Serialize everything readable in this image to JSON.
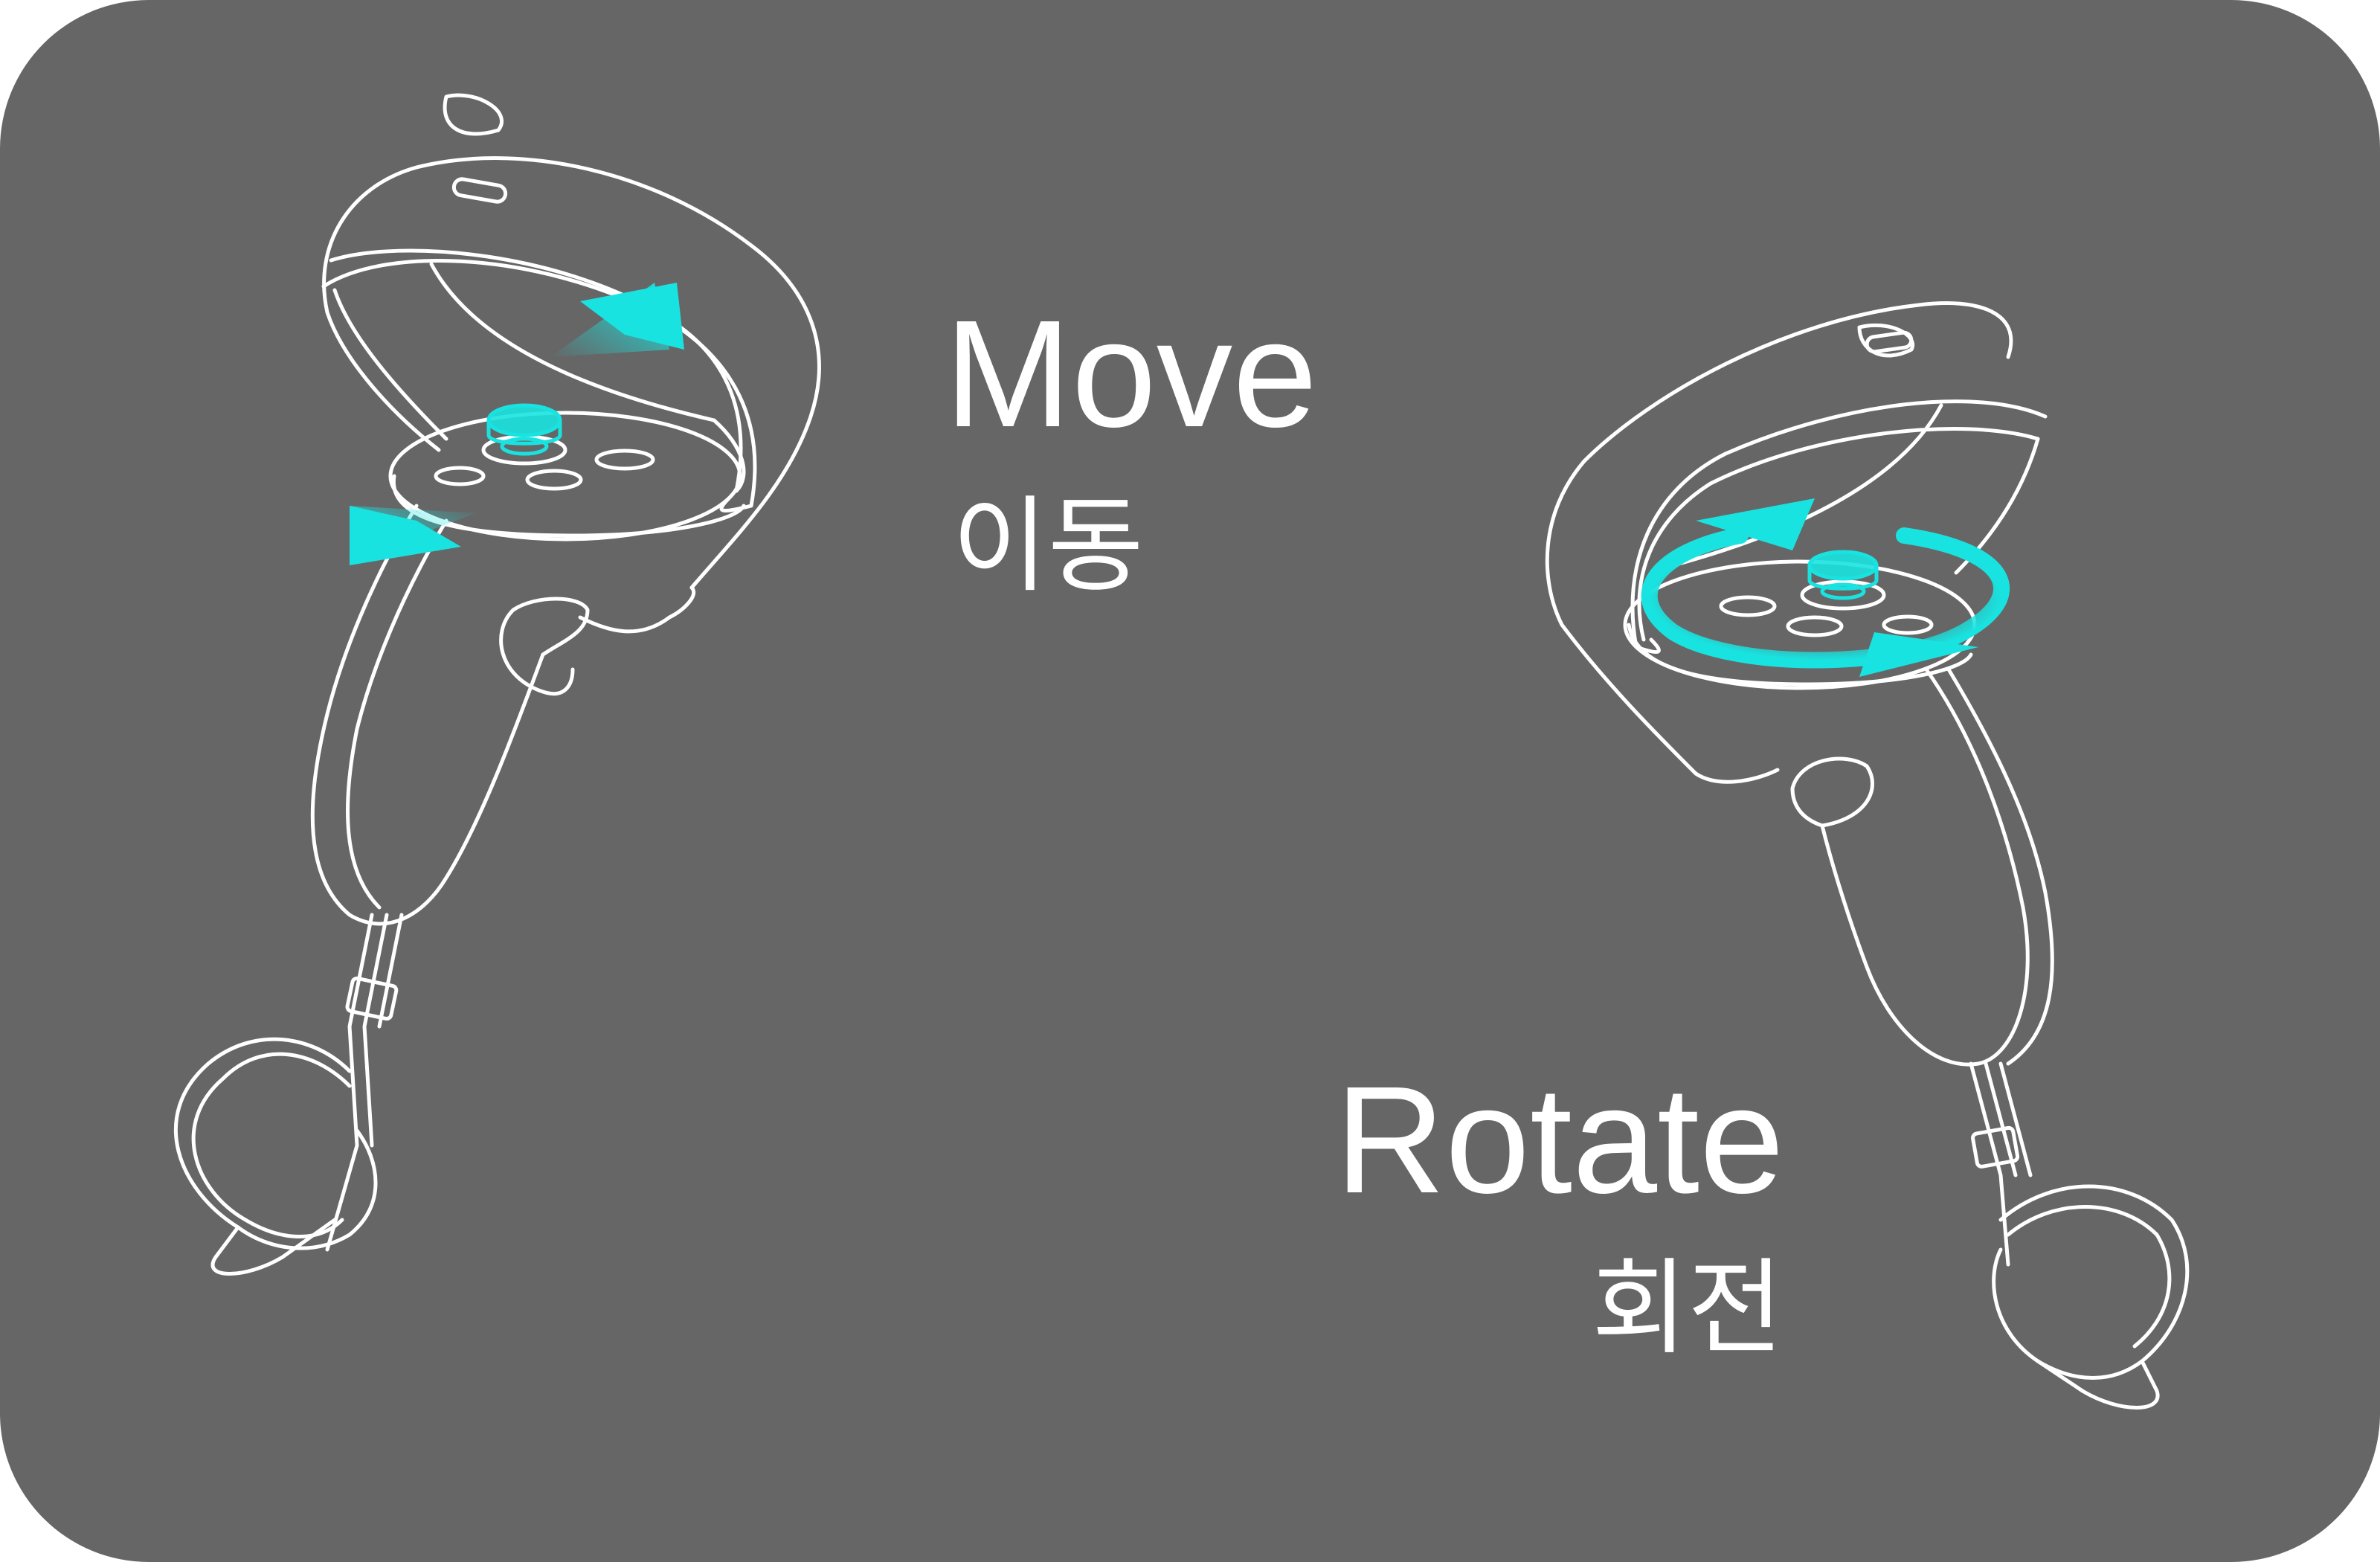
{
  "move": {
    "label": "Move",
    "sublabel": "이동",
    "icon": "controller-joystick-move-icon"
  },
  "rotate": {
    "label": "Rotate",
    "sublabel": "회전",
    "icon": "controller-joystick-rotate-icon"
  },
  "colors": {
    "background": "#666666",
    "outline": "#ffffff",
    "accent": "#19e3e0"
  }
}
